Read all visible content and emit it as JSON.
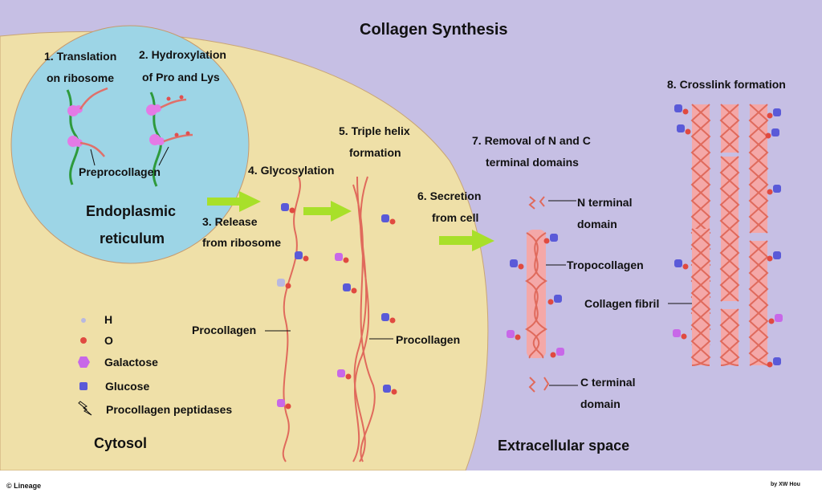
{
  "title": "Collagen Synthesis",
  "steps": {
    "s1": [
      "1. Translation",
      "on ribosome"
    ],
    "s2": [
      "2. Hydroxylation",
      "of Pro and Lys"
    ],
    "s3": [
      "3. Release",
      "from ribosome"
    ],
    "s4": "4. Glycosylation",
    "s5": [
      "5. Triple helix",
      "formation"
    ],
    "s6": [
      "6. Secretion",
      "from cell"
    ],
    "s7": [
      "7. Removal of N and C",
      "terminal domains"
    ],
    "s8": "8. Crosslink formation"
  },
  "regions": {
    "er": [
      "Endoplasmic",
      "reticulum"
    ],
    "cytosol": "Cytosol",
    "extracellular": "Extracellular space"
  },
  "labels": {
    "preprocollagen": "Preprocollagen",
    "procollagen_a": "Procollagen",
    "procollagen_b": "Procollagen",
    "n_terminal": [
      "N terminal",
      "domain"
    ],
    "tropocollagen": "Tropocollagen",
    "collagen_fibril": "Collagen fibril",
    "c_terminal": [
      "C terminal",
      "domain"
    ]
  },
  "legend": [
    {
      "icon": "hydrogen-icon",
      "label": "H"
    },
    {
      "icon": "oxygen-icon",
      "label": "O"
    },
    {
      "icon": "galactose-icon",
      "label": "Galactose"
    },
    {
      "icon": "glucose-icon",
      "label": "Glucose"
    },
    {
      "icon": "peptidase-icon",
      "label": "Procollagen peptidases"
    }
  ],
  "footer": {
    "left": "© Lineage",
    "right": "by XW Hou"
  },
  "colors": {
    "extracellular": "#c6bfe4",
    "cytosol": "#efe0a8",
    "er": "#9dd5e6",
    "strand": "#e06a5c",
    "helix_fill": "#f4a8a8",
    "ribosome": "#e47ae6",
    "mrna": "#2e9a3c",
    "arrow": "#a8e02a",
    "glucose": "#5a5ad8",
    "galactose": "#c868e8"
  }
}
